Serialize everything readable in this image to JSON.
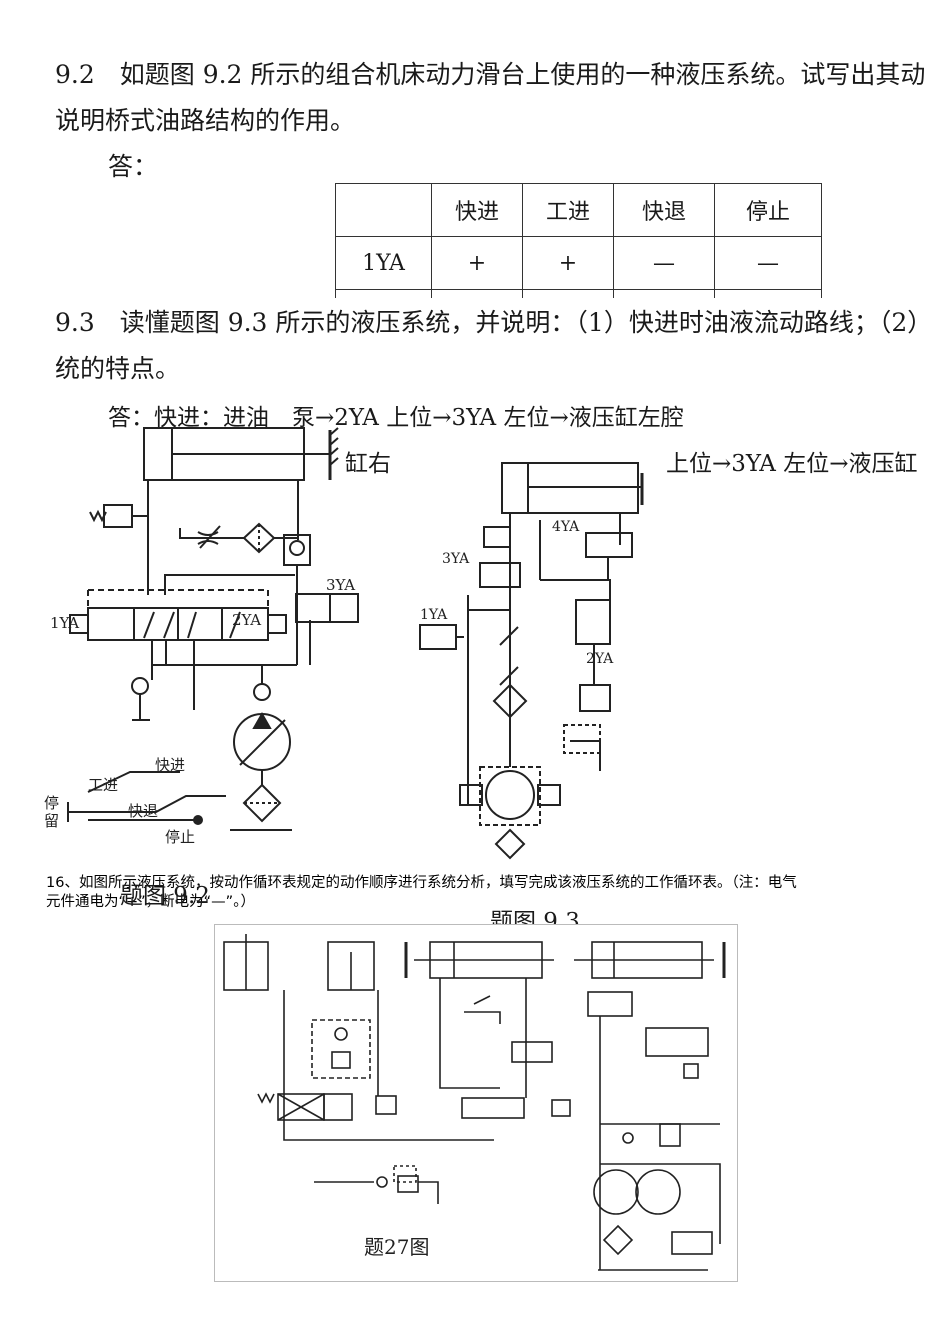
{
  "q92": {
    "line1": "9.2　如题图 9.2 所示的组合机床动力滑台上使用的一种液压系统。试写出其动",
    "line2": "说明桥式油路结构的作用。",
    "answer_label": "答："
  },
  "table": {
    "headers": [
      "",
      "快进",
      "工进",
      "快退",
      "停止"
    ],
    "rows": [
      [
        "1YA",
        "+",
        "+",
        "—",
        "—"
      ]
    ]
  },
  "q93": {
    "line1": "9.3　读懂题图 9.3 所示的液压系统，并说明：（1）快进时油液流动路线；（2）",
    "line2": "统的特点。",
    "answer_line1": "答：快进：进油　泵→2YA 上位→3YA 左位→液压缸左腔",
    "answer_line2a": "缸右",
    "answer_line2b": "上位→3YA 左位→液压缸"
  },
  "fig92": {
    "labels": {
      "ya1": "1YA",
      "ya2": "2YA",
      "ya3": "3YA"
    },
    "cycle": {
      "stop_left": "停\n留",
      "work": "工进",
      "fast_in": "快进",
      "fast_back": "快退",
      "stop": "停止"
    },
    "caption": "题图 9.2"
  },
  "fig93": {
    "labels": {
      "ya1": "1YA",
      "ya2": "2YA",
      "ya3": "3YA",
      "ya4": "4YA"
    },
    "caption": "题图 9.3"
  },
  "q16": {
    "line1": "16、如图所示液压系统，按动作循环表规定的动作顺序进行系统分析，填写完成该液压系统的工作循环表。（注：电气",
    "line2": "元件通电为“+”，断电为“—”。）"
  },
  "fig27": {
    "caption": "题27图"
  }
}
